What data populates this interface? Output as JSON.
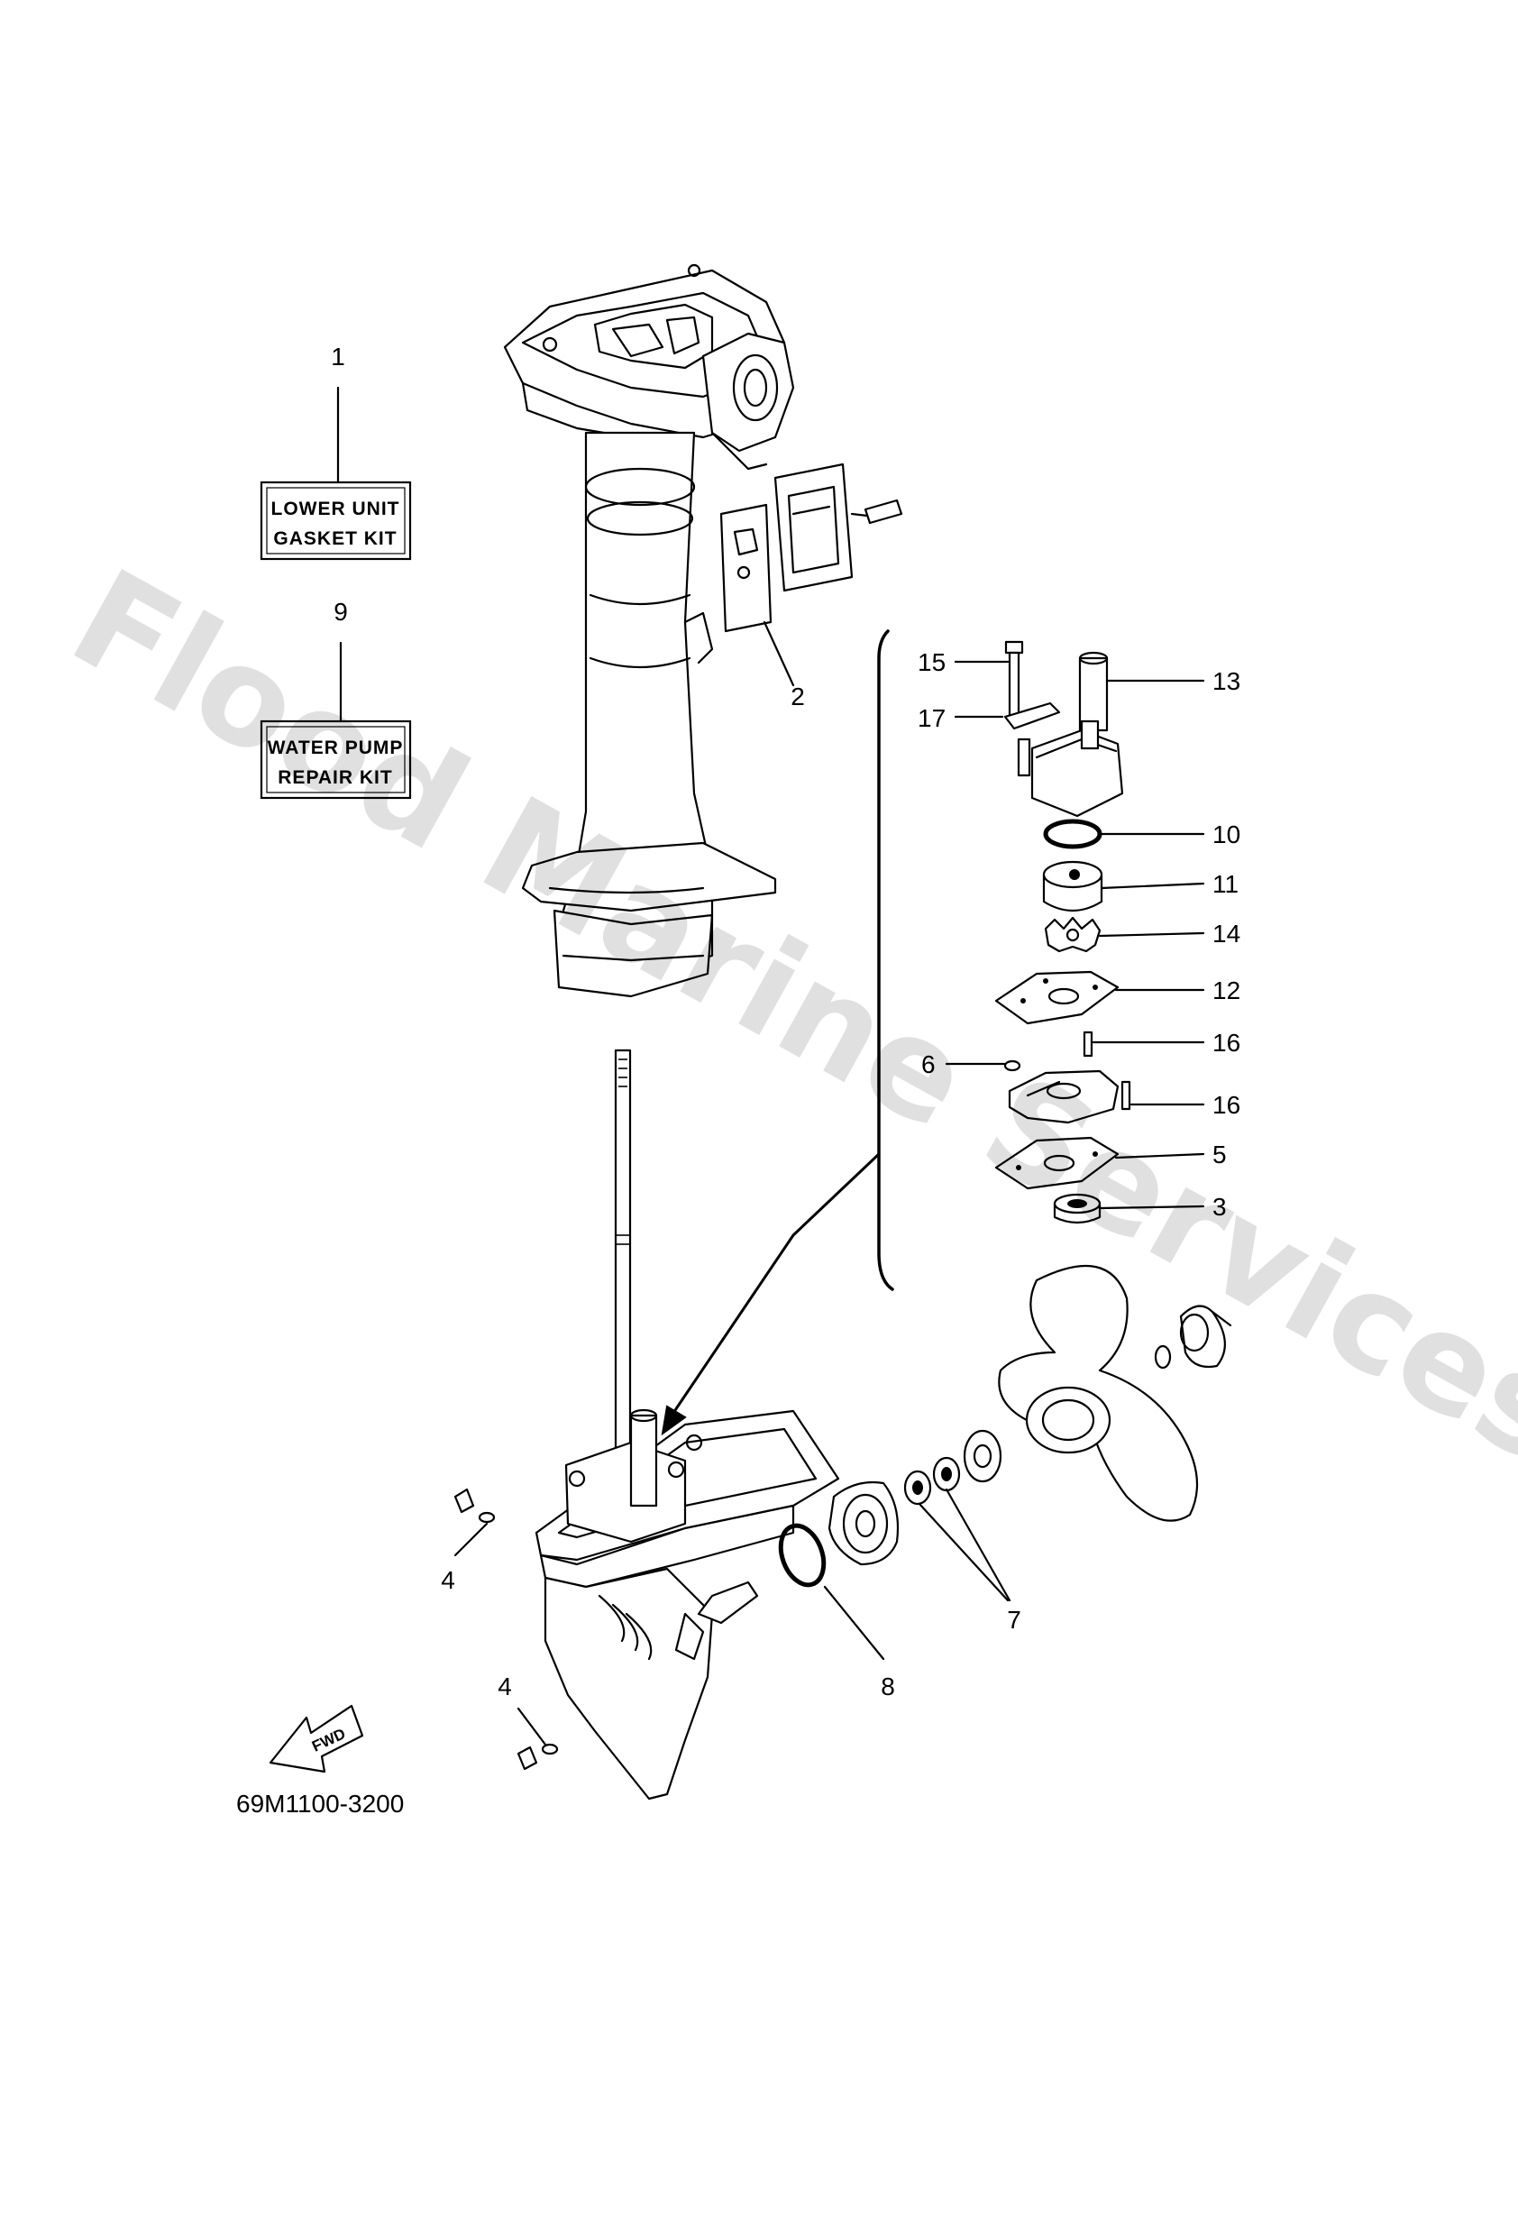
{
  "watermark": {
    "text": "Flood Marine Services"
  },
  "diagram_code": "69M1100-3200",
  "kits": [
    {
      "callout": "1",
      "line1": "LOWER UNIT",
      "line2": "GASKET KIT"
    },
    {
      "callout": "9",
      "line1": "WATER PUMP",
      "line2": "REPAIR KIT"
    }
  ],
  "fwd_label": "FWD",
  "callouts": [
    {
      "id": "2",
      "label": "2"
    },
    {
      "id": "15",
      "label": "15"
    },
    {
      "id": "13",
      "label": "13"
    },
    {
      "id": "17",
      "label": "17"
    },
    {
      "id": "10",
      "label": "10"
    },
    {
      "id": "11",
      "label": "11"
    },
    {
      "id": "14",
      "label": "14"
    },
    {
      "id": "12",
      "label": "12"
    },
    {
      "id": "16a",
      "label": "16"
    },
    {
      "id": "6",
      "label": "6"
    },
    {
      "id": "16b",
      "label": "16"
    },
    {
      "id": "5",
      "label": "5"
    },
    {
      "id": "3",
      "label": "3"
    },
    {
      "id": "4a",
      "label": "4"
    },
    {
      "id": "4b",
      "label": "4"
    },
    {
      "id": "7",
      "label": "7"
    },
    {
      "id": "8",
      "label": "8"
    }
  ]
}
